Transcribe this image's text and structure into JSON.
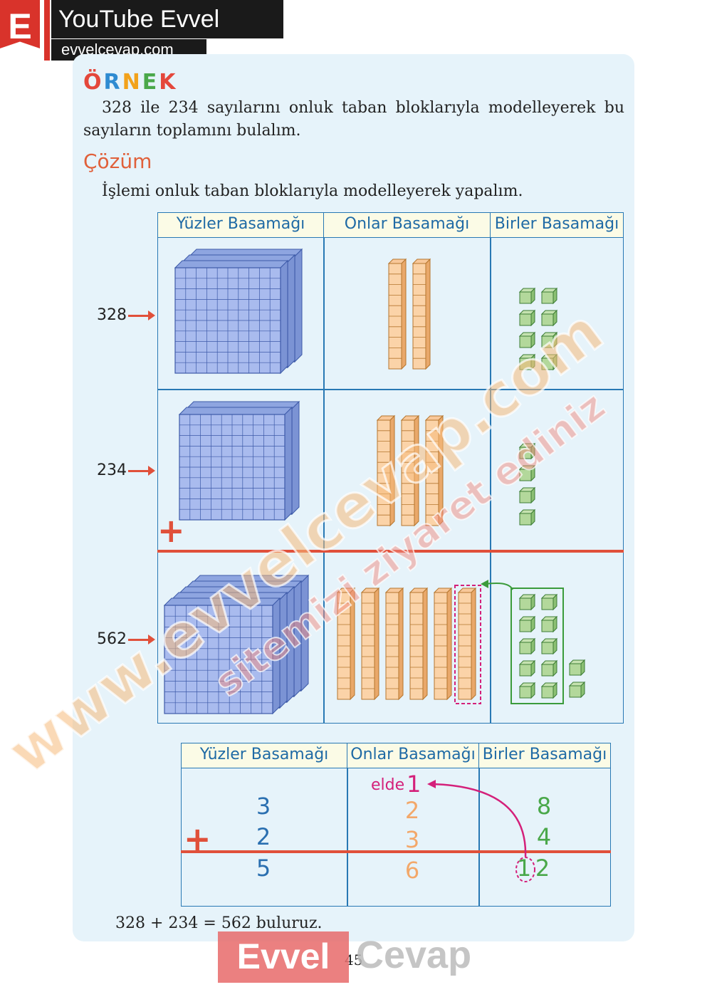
{
  "header": {
    "logo_letter": "E",
    "channel": "YouTube Evvel Cevap",
    "site": "evvelcevap.com"
  },
  "example": {
    "heading_letters": [
      "Ö",
      "R",
      "N",
      "E",
      "K"
    ],
    "heading_colors": [
      "#e4473b",
      "#2e8bd1",
      "#f2a21b",
      "#4aa84a",
      "#e4473b"
    ],
    "text": "328 ile 234 sayılarını onluk taban bloklarıyla modelleyerek bu sayıların toplamını bulalım."
  },
  "solution": {
    "title": "Çözüm",
    "intro": "İşlemi onluk taban bloklarıyla modelleyerek yapalım."
  },
  "block_table": {
    "headers": [
      "Yüzler Basamağı",
      "Onlar Basamağı",
      "Birler Basamağı"
    ],
    "rows": [
      {
        "label": "328",
        "hundreds": 3,
        "tens": 2,
        "ones": 8
      },
      {
        "label": "234",
        "hundreds": 2,
        "tens": 3,
        "ones": 4
      },
      {
        "label": "562",
        "hundreds": 5,
        "tens": 6,
        "ones": 12
      }
    ],
    "plus": "+"
  },
  "digit_table": {
    "headers": [
      "Yüzler Basamağı",
      "Onlar Basamağı",
      "Birler Basamağı"
    ],
    "carry_label": "elde",
    "carry_value": "1",
    "plus": "+",
    "row1": [
      "3",
      "2",
      "8"
    ],
    "row2": [
      "2",
      "3",
      "4"
    ],
    "result": [
      "5",
      "6",
      "1",
      "2"
    ]
  },
  "colors": {
    "hundreds": "#2a6fb0",
    "tens": "#f3a86a",
    "ones": "#4aa84a",
    "carry": "#d4207a",
    "line": "#e0503a"
  },
  "conclusion": "328 + 234 = 562 buluruz.",
  "page_number": "45",
  "watermark": {
    "left": "Evvel",
    "right": "Cevap",
    "diagonal_1": "www.evvelcevap.com",
    "diagonal_2": "sitemizi ziyaret ediniz"
  }
}
